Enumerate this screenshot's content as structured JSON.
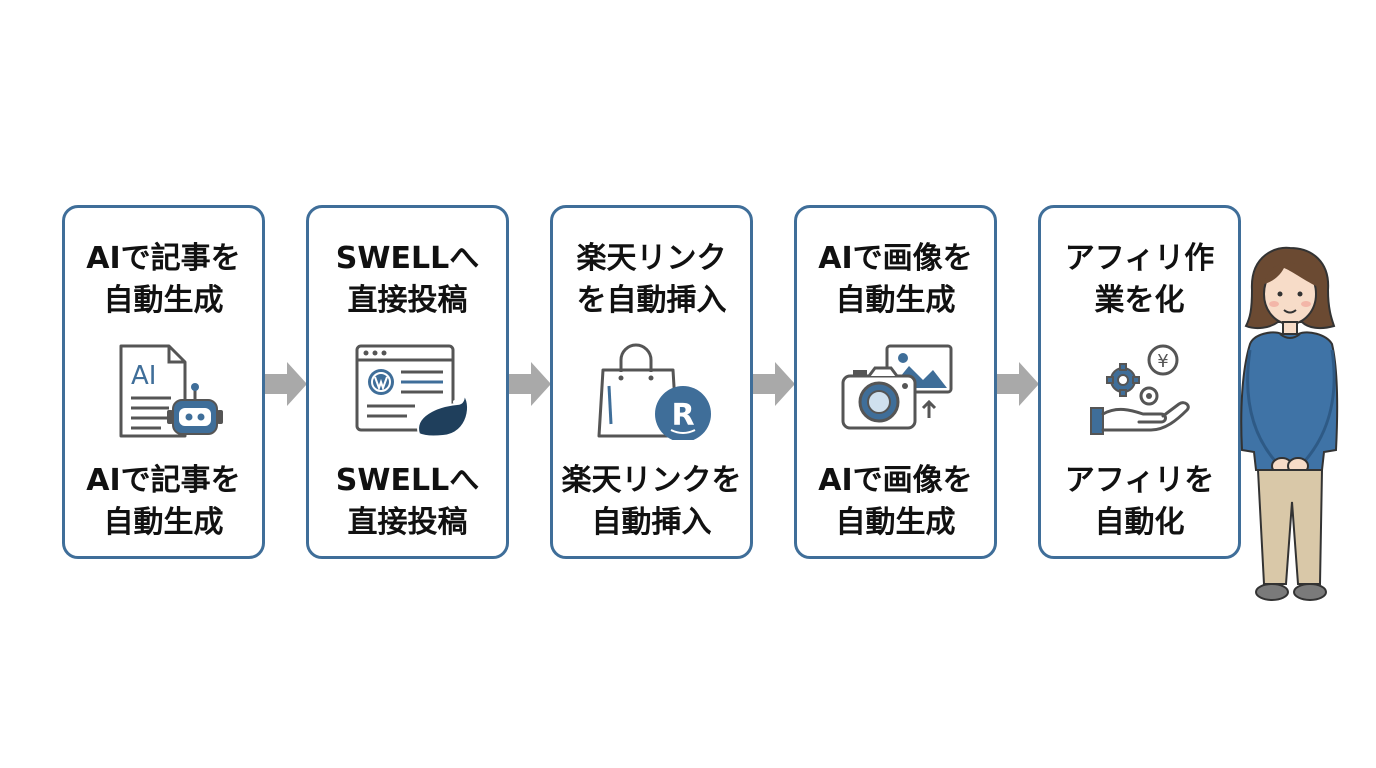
{
  "steps": [
    {
      "top": [
        "AIで記事を",
        "自動生成"
      ],
      "icon_label": "AI",
      "bottom": [
        "AIで記事を",
        "自動生成"
      ],
      "icon": "ai-document-robot-icon"
    },
    {
      "top": [
        "SWELLへ",
        "直接投稿"
      ],
      "bottom": [
        "SWELLへ",
        "直接投稿"
      ],
      "icon": "wordpress-browser-icon"
    },
    {
      "top": [
        "楽天リンク",
        "を自動挿入"
      ],
      "icon_label": "R",
      "bottom": [
        "楽天リンクを",
        "自動挿入"
      ],
      "icon": "shopping-bag-rakuten-icon"
    },
    {
      "top": [
        "AIで画像を",
        "自動生成"
      ],
      "bottom": [
        "AIで画像を",
        "自動生成"
      ],
      "icon": "camera-image-icon"
    },
    {
      "top": [
        "アフィリ作",
        "業を化"
      ],
      "icon_label": "¥",
      "bottom": [
        "アフィリを",
        "自動化"
      ],
      "icon": "gears-yen-hand-icon"
    }
  ],
  "colors": {
    "border": "#3f6e99",
    "accent": "#3f6e99",
    "arrow": "#a9a9a9",
    "icon_stroke": "#555555"
  }
}
